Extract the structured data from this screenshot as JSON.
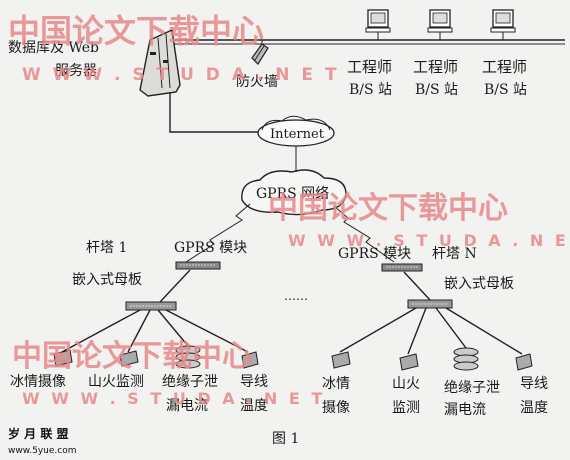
{
  "server": {
    "line1": "数据库及 Web",
    "line2": "服务器"
  },
  "firewall": {
    "label": "防火墙"
  },
  "engineers": [
    {
      "line1": "工程师",
      "line2": "B/S 站"
    },
    {
      "line1": "工程师",
      "line2": "B/S 站"
    },
    {
      "line1": "工程师",
      "line2": "B/S 站"
    }
  ],
  "internet": {
    "label": "Internet"
  },
  "gprs_network": {
    "label": "GPRS 网络"
  },
  "tower_left": {
    "tower": "杆塔 1",
    "module": "GPRS 模块",
    "board": "嵌入式母板"
  },
  "tower_right": {
    "tower": "杆塔 N",
    "module": "GPRS 模块",
    "board": "嵌入式母板"
  },
  "ellipsis": "……",
  "sensors_left": [
    {
      "line1": "冰情摄像",
      "line2": ""
    },
    {
      "line1": "山火监测",
      "line2": ""
    },
    {
      "line1": "绝缘子泄",
      "line2": "漏电流"
    },
    {
      "line1": "导线",
      "line2": "温度"
    }
  ],
  "sensors_right": [
    {
      "line1": "冰情",
      "line2": "摄像"
    },
    {
      "line1": "山火",
      "line2": "监测"
    },
    {
      "line1": "绝缘子泄",
      "line2": "漏电流"
    },
    {
      "line1": "导线",
      "line2": "温度"
    }
  ],
  "caption": "图 1",
  "logo": {
    "text": "岁 月 联 盟",
    "url": "www.5yue.com"
  },
  "watermarks": {
    "cn": "中国论文下载中心",
    "url": "W W W . S T U D A . N E T"
  },
  "colors": {
    "watermark": "#e8898b",
    "ink": "#1a1a1a",
    "background": "#f2f2f0"
  }
}
